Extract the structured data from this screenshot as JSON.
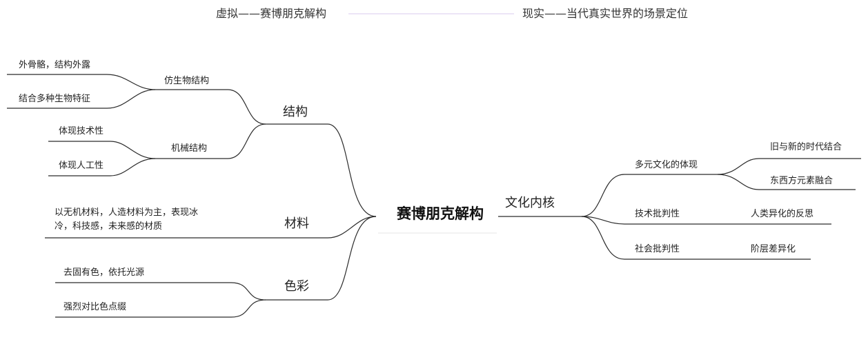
{
  "top": {
    "left": "虚拟——赛博朋克解构",
    "right": "现实——当代真实世界的场景定位"
  },
  "center": "赛博朋克解构",
  "left_branches": {
    "structure": {
      "label": "结构",
      "bionic": {
        "label": "仿生物结构",
        "items": [
          "外骨骼，结构外露",
          "结合多种生物特征"
        ]
      },
      "mechanical": {
        "label": "机械结构",
        "items": [
          "体现技术性",
          "体现人工性"
        ]
      }
    },
    "material": {
      "label": "材料",
      "items": [
        "以无机材料，人造材料为主，表现冰冷，科技感，未来感的材质"
      ]
    },
    "color": {
      "label": "色彩",
      "items": [
        "去固有色，依托光源",
        "强烈对比色点缀"
      ]
    }
  },
  "right_branches": {
    "culture_core": {
      "label": "文化内核",
      "multicultural": {
        "label": "多元文化的体现",
        "items": [
          "旧与新的时代结合",
          "东西方元素融合"
        ]
      },
      "tech_critique": {
        "label": "技术批判性",
        "items": [
          "人类异化的反思"
        ]
      },
      "social_critique": {
        "label": "社会批判性",
        "items": [
          "阶层差异化"
        ]
      }
    }
  },
  "colors": {
    "line": "#2b2b2b",
    "top_connector": "#d9c8ec"
  }
}
